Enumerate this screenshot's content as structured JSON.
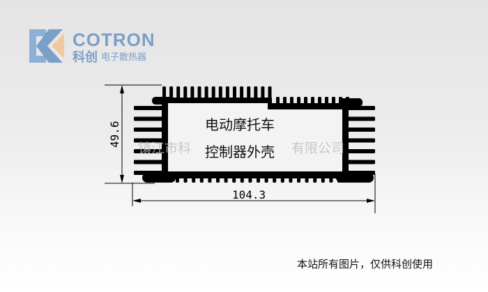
{
  "logo": {
    "brand": "COTRON",
    "brand_cn": "科创",
    "tagline": "电子散热器"
  },
  "drawing": {
    "title_line1": "电动摩托车",
    "title_line2": "控制器外壳",
    "height_dim": "49.6",
    "width_dim": "104.3",
    "watermark_left": "镇江市科",
    "watermark_right": "有限公司"
  },
  "footer": {
    "notice": "本站所有图片，仅供科创使用"
  },
  "colors": {
    "logo": "#7a9fc8",
    "logo_accent": "#f0c9a0",
    "profile": "#000000"
  }
}
